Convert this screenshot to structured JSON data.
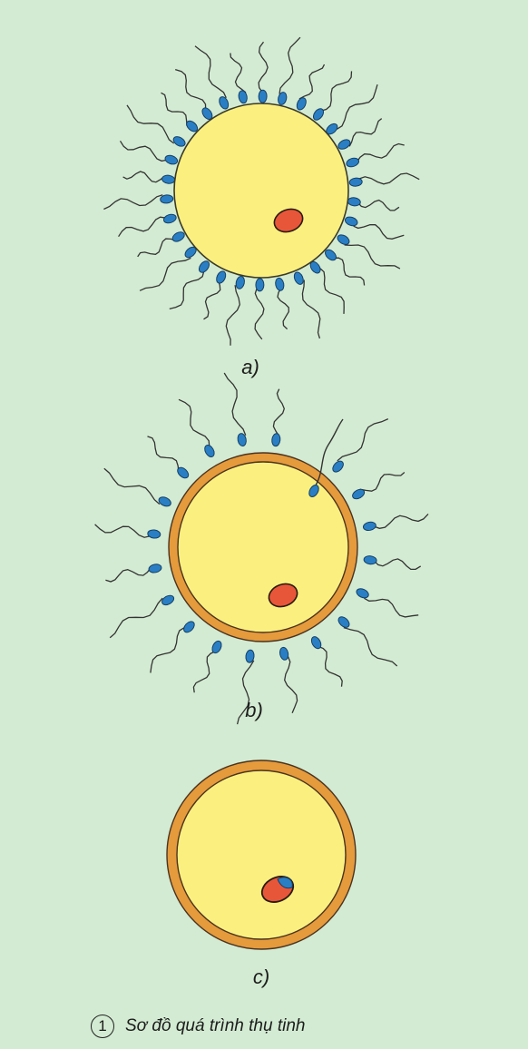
{
  "panels": [
    {
      "label": "a)",
      "stage": "sperm surrounding egg"
    },
    {
      "label": "b)",
      "stage": "one sperm penetrates, membrane forms"
    },
    {
      "label": "c)",
      "stage": "zygote with fused nuclei"
    }
  ],
  "caption": {
    "number": "1",
    "text": "Sơ đồ quá trình thụ tinh"
  },
  "colors": {
    "background": "#d3ebd2",
    "egg": "#fbf07f",
    "egg_outline": "#3a3a28",
    "membrane": "#e59a3c",
    "nucleus_female": "#e8563a",
    "nucleus_male": "#2a7fc4",
    "sperm_head": "#2a7fc4",
    "sperm_tail": "#333333"
  }
}
